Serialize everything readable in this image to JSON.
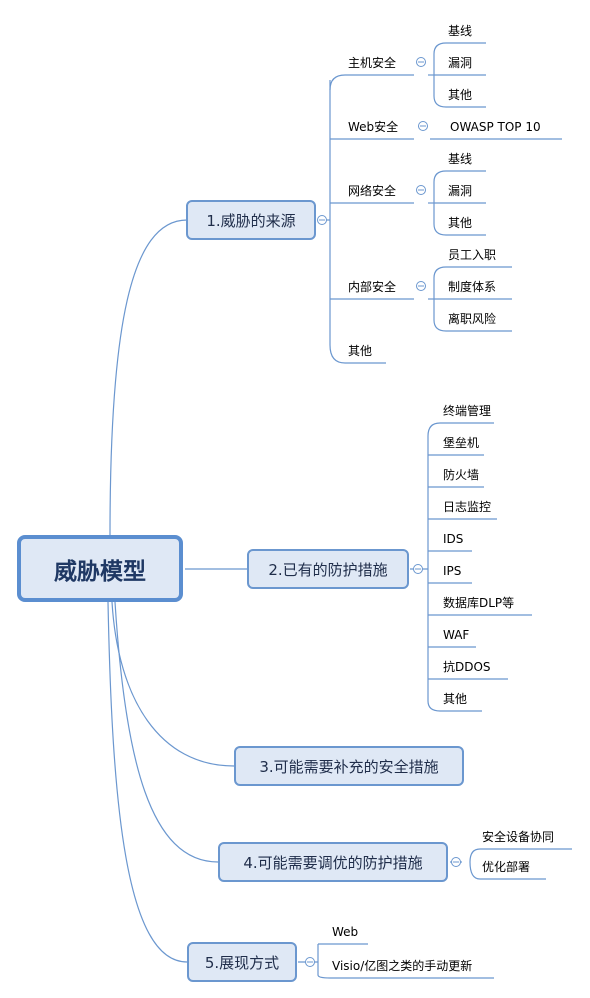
{
  "root": {
    "label": "威胁模型"
  },
  "branch1": {
    "label": "1.威胁的来源",
    "items": [
      {
        "label": "主机安全",
        "children": [
          "基线",
          "漏洞",
          "其他"
        ]
      },
      {
        "label": "Web安全",
        "children": [
          "OWASP TOP 10"
        ]
      },
      {
        "label": "网络安全",
        "children": [
          "基线",
          "漏洞",
          "其他"
        ]
      },
      {
        "label": "内部安全",
        "children": [
          "员工入职",
          "制度体系",
          "离职风险"
        ]
      },
      {
        "label": "其他"
      }
    ]
  },
  "branch2": {
    "label": "2.已有的防护措施",
    "items": [
      "终端管理",
      "堡垒机",
      "防火墙",
      "日志监控",
      "IDS",
      "IPS",
      "数据库DLP等",
      "WAF",
      "抗DDOS",
      "其他"
    ]
  },
  "branch3": {
    "label": "3.可能需要补充的安全措施"
  },
  "branch4": {
    "label": "4.可能需要调优的防护措施",
    "items": [
      "安全设备协同",
      "优化部署"
    ]
  },
  "branch5": {
    "label": "5.展现方式",
    "items": [
      "Web",
      "Visio/亿图之类的手动更新"
    ]
  },
  "colors": {
    "line": "#6b97cf",
    "node_fill": "#dfe8f5",
    "root_border": "#5b8ed0"
  }
}
